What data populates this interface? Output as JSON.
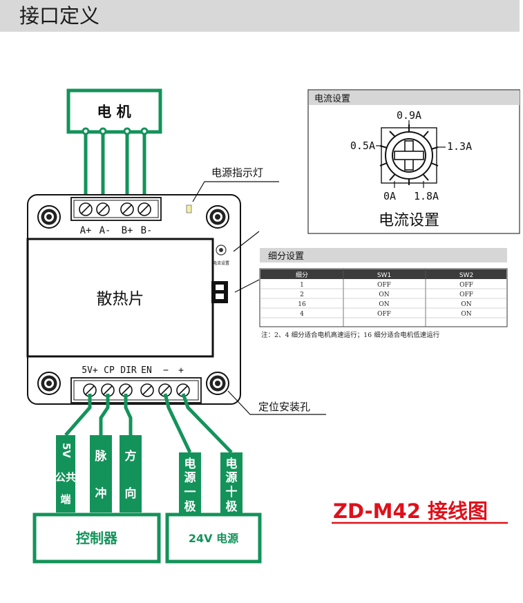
{
  "header": {
    "title": "接口定义"
  },
  "motor": {
    "label": "电 机"
  },
  "motor_terminals": [
    "A+",
    "A-",
    "B+",
    "B-"
  ],
  "power_indicator_label": "电源指示灯",
  "heatsink_label": "散热片",
  "mini_dial_label": "电流设置",
  "control_terminals": [
    "5V+",
    "CP",
    "DIR",
    "EN",
    "−",
    "+"
  ],
  "mounting_hole_label": "定位安装孔",
  "current_panel": {
    "header": "电流设置",
    "values": [
      "0.9A",
      "0.5A",
      "1.3A",
      "0A",
      "1.8A"
    ],
    "caption": "电流设置"
  },
  "subdiv_panel": {
    "header": "细分设置",
    "columns": [
      "细分",
      "SW1",
      "SW2"
    ],
    "rows": [
      [
        "1",
        "OFF",
        "OFF"
      ],
      [
        "2",
        "ON",
        "OFF"
      ],
      [
        "16",
        "ON",
        "ON"
      ],
      [
        "4",
        "OFF",
        "ON"
      ]
    ],
    "note": "注：2、4 细分适合电机高速运行；16 细分适合电机低速运行"
  },
  "signal_wires": [
    {
      "lines": [
        "5V",
        "公共",
        "端"
      ]
    },
    {
      "lines": [
        "脉",
        "冲"
      ]
    },
    {
      "lines": [
        "方",
        "向"
      ]
    },
    {
      "lines": [
        "电",
        "源",
        "一",
        "极"
      ]
    },
    {
      "lines": [
        "电",
        "源",
        "十",
        "极"
      ]
    }
  ],
  "controller_label": "控制器",
  "power_supply_label": "24V 电源",
  "model_title": "ZD-M42 接线图",
  "colors": {
    "green": "#13935a",
    "red": "#e0101a",
    "header_bg": "#d8d8d8"
  }
}
